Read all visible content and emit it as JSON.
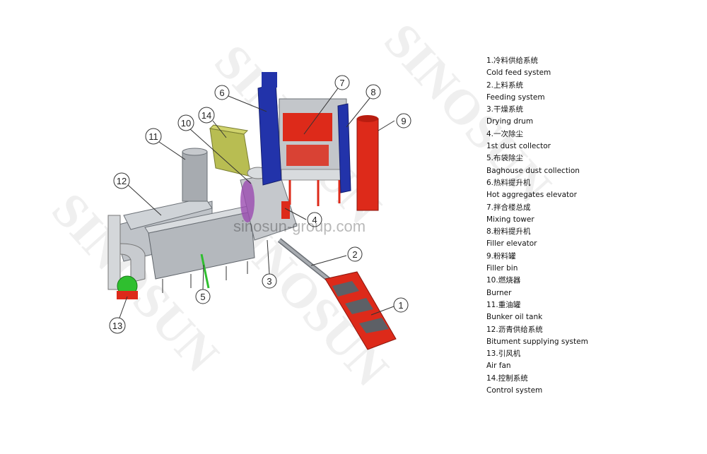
{
  "legend": [
    {
      "zh": "1.冷料供给系统",
      "en": "Cold feed system"
    },
    {
      "zh": "2.上料系统",
      "en": "Feeding system"
    },
    {
      "zh": "3.干燥系统",
      "en": "Drying drum"
    },
    {
      "zh": "4.一次除尘",
      "en": "1st dust collector"
    },
    {
      "zh": "5.布袋除尘",
      "en": "Baghouse dust collection"
    },
    {
      "zh": "6.热料提升机",
      "en": "Hot aggregates elevator"
    },
    {
      "zh": "7.拌合楼总成",
      "en": "Mixing tower"
    },
    {
      "zh": "8.粉料提升机",
      "en": "Filler elevator"
    },
    {
      "zh": "9.粉料罐",
      "en": "Filler bin"
    },
    {
      "zh": "10.燃烧器",
      "en": "Burner"
    },
    {
      "zh": "11.重油罐",
      "en": "Bunker oil tank"
    },
    {
      "zh": "12.沥青供给系统",
      "en": "Bitument supplying system"
    },
    {
      "zh": "13.引风机",
      "en": "Air fan"
    },
    {
      "zh": "14.控制系统",
      "en": "Control system"
    }
  ],
  "callouts": [
    "1",
    "2",
    "3",
    "4",
    "5",
    "6",
    "7",
    "8",
    "9",
    "10",
    "11",
    "12",
    "13",
    "14"
  ],
  "watermark": {
    "brand": "SINOSUN",
    "url": "sinosun-group.com"
  },
  "colors": {
    "blue": "#2233aa",
    "red": "#dd2a1a",
    "grey": "#b4b8bd",
    "green": "#2fbf2f",
    "olive": "#b8bd52",
    "purple": "#9a4bb0"
  }
}
